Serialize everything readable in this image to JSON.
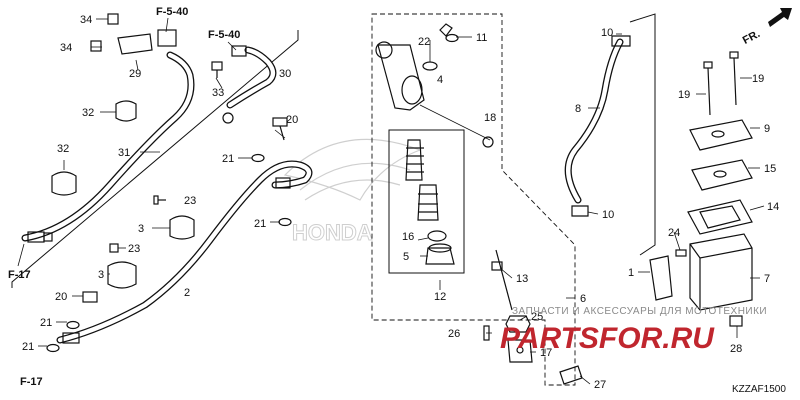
{
  "diagram": {
    "code": "KZZAF1500",
    "direction_label": "FR.",
    "references": [
      "F-5-40",
      "F-5-40",
      "F-17",
      "F-17"
    ],
    "callouts": {
      "c1": "1",
      "c2": "2",
      "c3a": "3",
      "c3b": "3",
      "c4": "4",
      "c5": "5",
      "c6": "6",
      "c7": "7",
      "c8": "8",
      "c9": "9",
      "c10a": "10",
      "c10b": "10",
      "c11": "11",
      "c12": "12",
      "c13": "13",
      "c14": "14",
      "c15": "15",
      "c16": "16",
      "c17": "17",
      "c18": "18",
      "c19a": "19",
      "c19b": "19",
      "c20a": "20",
      "c20b": "20",
      "c21a": "21",
      "c21b": "21",
      "c21c": "21",
      "c21d": "21",
      "c22": "22",
      "c23a": "23",
      "c23b": "23",
      "c24": "24",
      "c25": "25",
      "c26": "26",
      "c27": "27",
      "c28": "28",
      "c29": "29",
      "c30": "30",
      "c31": "31",
      "c32a": "32",
      "c32b": "32",
      "c33": "33",
      "c34a": "34",
      "c34b": "34"
    }
  },
  "watermark": {
    "line1": "ЗАПЧАСТИ И АКСЕССУАРЫ ДЛЯ МОТОТЕХНИКИ",
    "line2": "PARTSFOR.RU",
    "brand": "HONDA"
  }
}
